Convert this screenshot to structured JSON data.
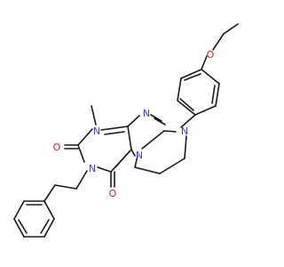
{
  "molecule": {
    "atom_labels": {
      "o_ethoxy": "O",
      "n_top_right": "N",
      "n_imid": "N",
      "n1_methyl": "N",
      "methyl": "CH3",
      "o_c2": "O",
      "n3": "N",
      "n_bridge": "N",
      "o_c4": "O"
    },
    "colors": {
      "bond": "#1a1a1a",
      "nitrogen": "#3a3af0",
      "oxygen": "#e02020"
    }
  }
}
